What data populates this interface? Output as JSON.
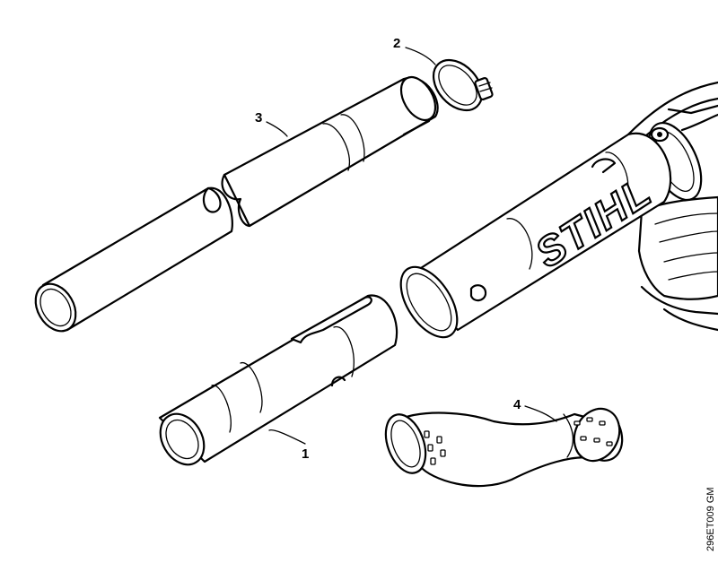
{
  "diagram": {
    "brand_logo": "STIHL",
    "reference_code": "296ET009 GM",
    "parts": [
      {
        "label": "1"
      },
      {
        "label": "2"
      },
      {
        "label": "3"
      },
      {
        "label": "4"
      }
    ]
  }
}
